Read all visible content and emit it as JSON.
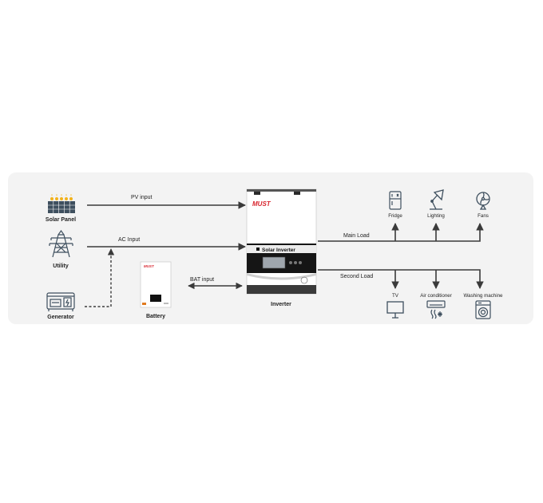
{
  "sources": {
    "solar_panel": "Solar Panel",
    "utility": "Utility",
    "generator": "Generator",
    "battery": "Battery"
  },
  "connections": {
    "pv_input": "PV input",
    "ac_input": "AC Input",
    "bat_input": "BAT input",
    "main_load": "Main Load",
    "second_load": "Second Load"
  },
  "inverter": {
    "label": "Inverter",
    "brand": "MUST",
    "panel_text": "Solar Inverter"
  },
  "battery_unit": {
    "brand": "MUST"
  },
  "main_load_items": [
    "Fridge",
    "Lighting",
    "Fans"
  ],
  "second_load_items": [
    "TV",
    "Air conditioner",
    "Washing machine"
  ],
  "colors": {
    "line": "#3a3a3a",
    "panel_bg": "#f3f3f3",
    "brand_red": "#d8262f",
    "icon": "#3e4f5e",
    "sun": "#f2b21a"
  }
}
